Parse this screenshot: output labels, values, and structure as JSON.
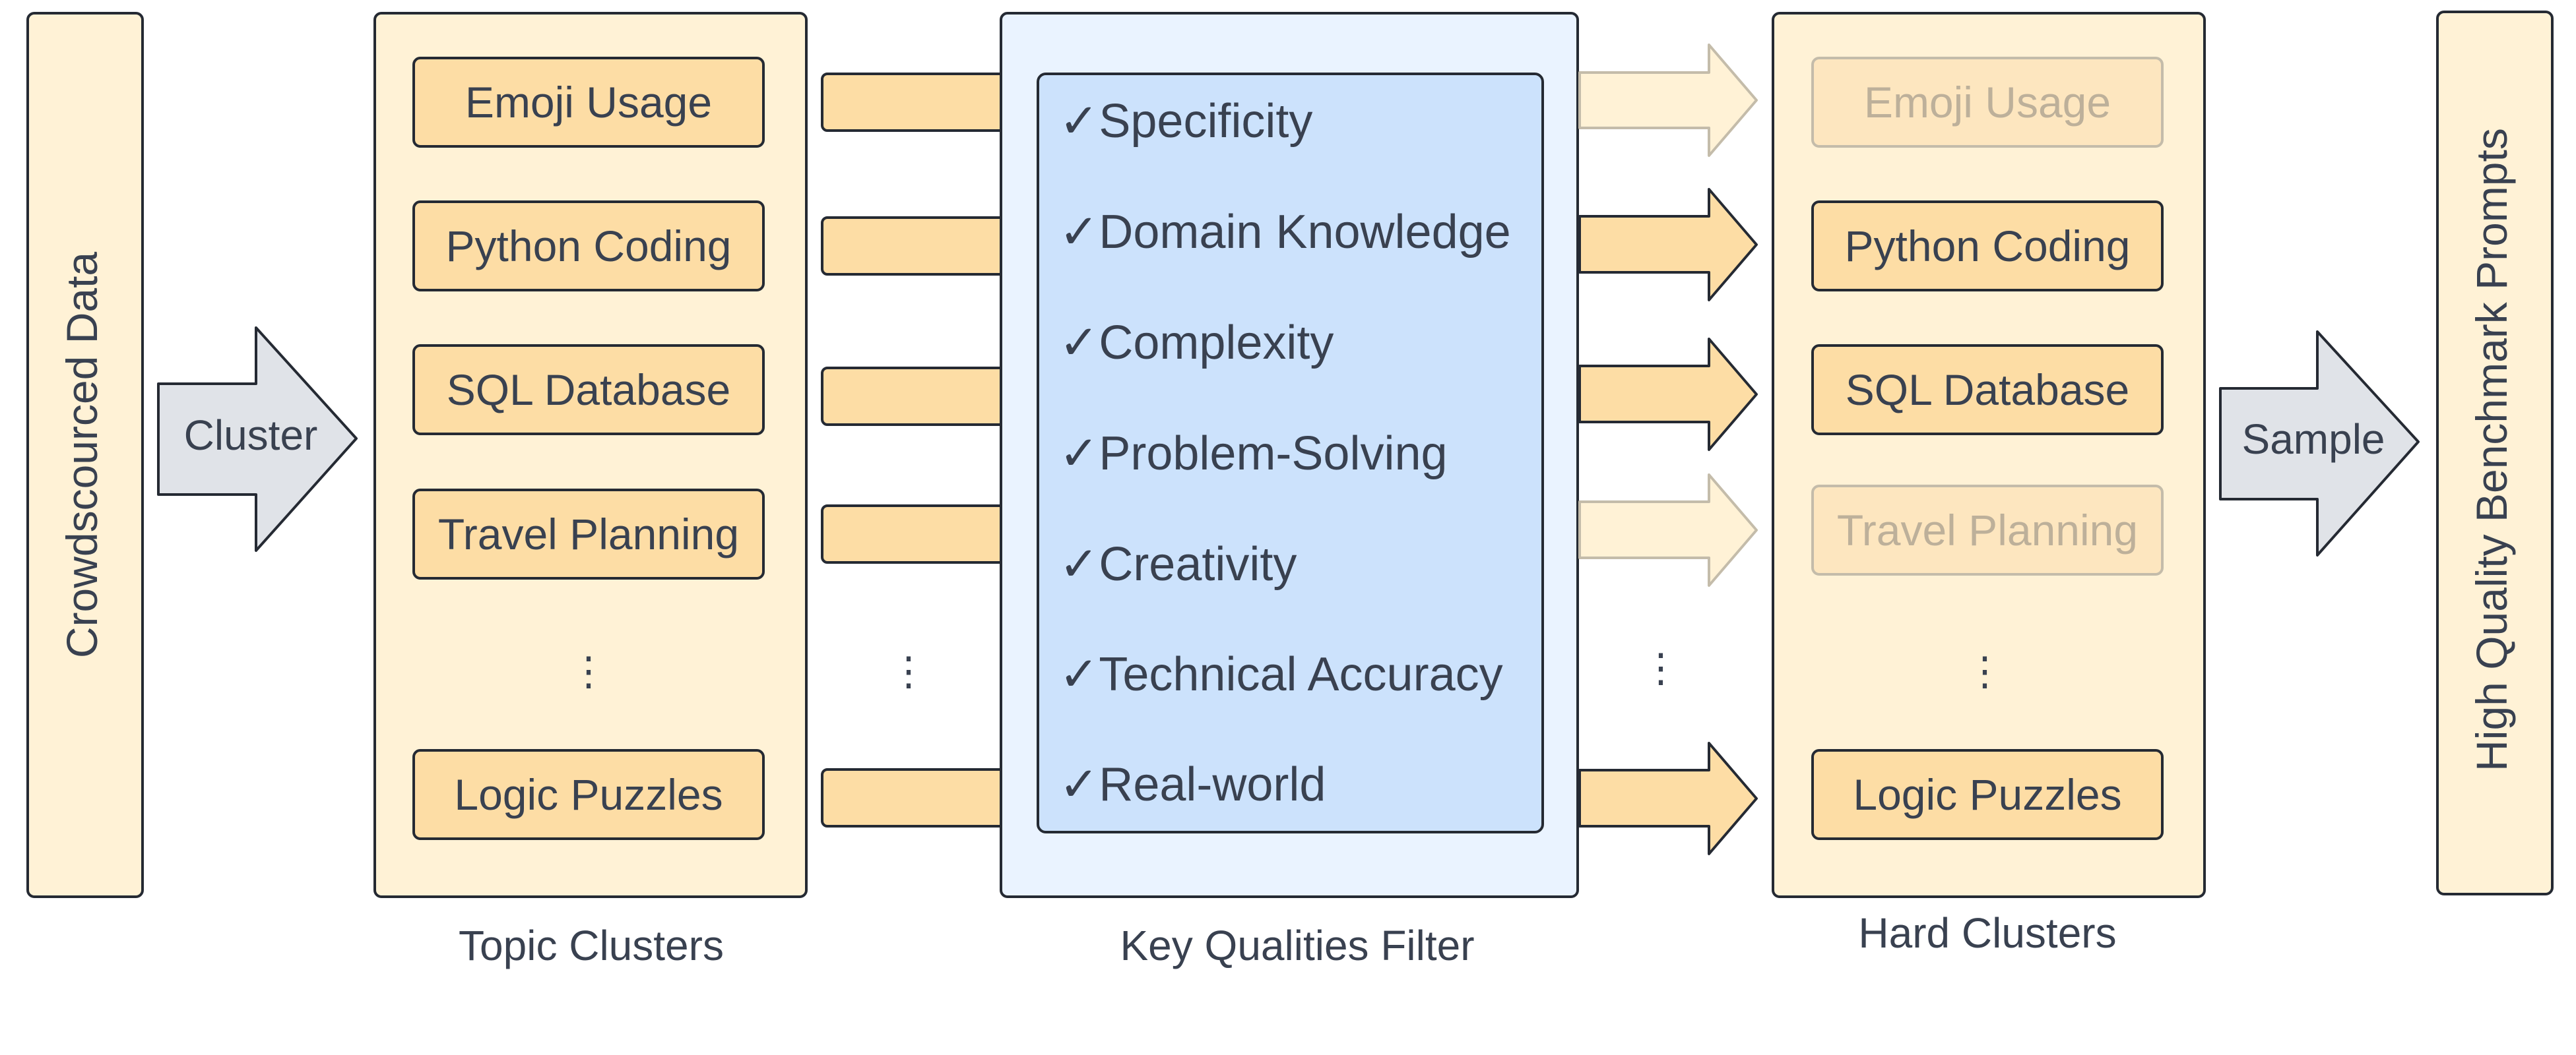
{
  "colors": {
    "panel_fill": "#fff2d6",
    "item_fill": "#fddda5",
    "filter_outer_fill": "#eaf3ff",
    "filter_inner_fill": "#cce2fc",
    "arrow_fill": "#e0e3e8",
    "stroke": "#252a33",
    "text": "#394150",
    "faded_text": "#bdb09a",
    "faded_stroke": "#c4bcaa"
  },
  "source": {
    "label": "Crowdscourced Data"
  },
  "cluster_arrow": {
    "label": "Cluster"
  },
  "topic_clusters": {
    "caption": "Topic Clusters",
    "items": [
      "Emoji Usage",
      "Python Coding",
      "SQL Database",
      "Travel Planning",
      "Logic Puzzles"
    ],
    "ellipsis": "⋮"
  },
  "connector_ellipsis": "⋮",
  "filter": {
    "caption": "Key Qualities Filter",
    "check": "✓",
    "criteria": [
      "Specificity",
      "Domain Knowledge",
      "Complexity",
      "Problem-Solving",
      "Creativity",
      "Technical Accuracy",
      "Real-world"
    ]
  },
  "output_ellipsis": "⋮",
  "hard_clusters": {
    "caption": "Hard Clusters",
    "items": [
      {
        "label": "Emoji Usage",
        "passed": false
      },
      {
        "label": "Python Coding",
        "passed": true
      },
      {
        "label": "SQL Database",
        "passed": true
      },
      {
        "label": "Travel Planning",
        "passed": false
      },
      {
        "label": "Logic Puzzles",
        "passed": true
      }
    ],
    "ellipsis": "⋮"
  },
  "sample_arrow": {
    "label": "Sample"
  },
  "output": {
    "label": "High Quality Benchmark Prompts"
  }
}
